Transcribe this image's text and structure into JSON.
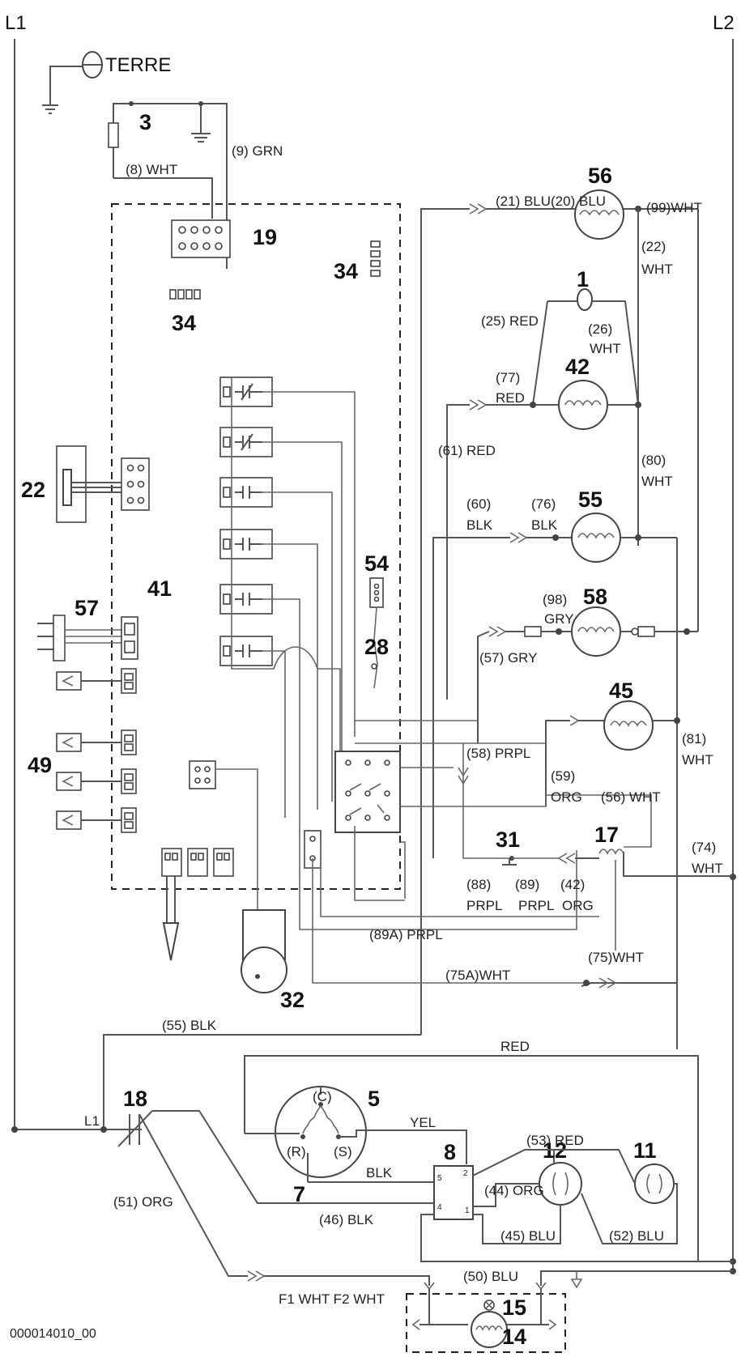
{
  "diagram": {
    "line_labels": {
      "l1": "L1",
      "l2": "L2",
      "l1_inner": "L1"
    },
    "ground_label": "TERRE",
    "footer_code": "000014010_00",
    "component_numbers": {
      "c3": "3",
      "c19": "19",
      "c34a": "34",
      "c34b": "34",
      "c56": "56",
      "c1": "1",
      "c42": "42",
      "c22": "22",
      "c55": "55",
      "c54": "54",
      "c41": "41",
      "c57": "57",
      "c58": "58",
      "c28": "28",
      "c45": "45",
      "c49": "49",
      "c31": "31",
      "c17": "17",
      "c32": "32",
      "c18": "18",
      "c5": "5",
      "c7": "7",
      "c8": "8",
      "c12": "12",
      "c11": "11",
      "c15": "15",
      "c14": "14"
    },
    "compressor_terminals": {
      "c": "(C)",
      "r": "(R)",
      "s": "(S)"
    },
    "relay_pins": {
      "p5": "5",
      "p4": "4",
      "p2": "2",
      "p1": "1"
    },
    "wire_labels": {
      "w8": "(8) WHT",
      "w9": "(9) GRN",
      "w21_20": "(21) BLU(20) BLU",
      "w99": "(99)WHT",
      "w22a": "(22)",
      "w22b": "WHT",
      "w25": "(25) RED",
      "w26a": "(26)",
      "w26b": "WHT",
      "w77a": "(77)",
      "w77b": "RED",
      "w61": "(61) RED",
      "w80a": "(80)",
      "w80b": "WHT",
      "w60a": "(60)",
      "w60b": "BLK",
      "w76a": "(76)",
      "w76b": "BLK",
      "w98a": "(98)",
      "w98b": "GRY",
      "w57": "(57) GRY",
      "w81a": "(81)",
      "w81b": "WHT",
      "w58": "(58) PRPL",
      "w59a": "(59)",
      "w59b": "ORG",
      "w56": "(56) WHT",
      "w74a": "(74)",
      "w74b": "WHT",
      "w88a": "(88)",
      "w88b": "PRPL",
      "w89a": "(89)",
      "w89b": "PRPL",
      "w42a": "(42)",
      "w42b": "ORG",
      "w89A": "(89A) PRPL",
      "w75": "(75)WHT",
      "w75A": "(75A)WHT",
      "w55": "(55) BLK",
      "red": "RED",
      "yel": "YEL",
      "blk": "BLK",
      "w53": "(53) RED",
      "w44": "(44) ORG",
      "w51": "(51) ORG",
      "w46": "(46) BLK",
      "w45": "(45) BLU",
      "w52": "(52) BLU",
      "w50": "(50) BLU",
      "f1f2": "F1 WHT F2 WHT"
    }
  }
}
